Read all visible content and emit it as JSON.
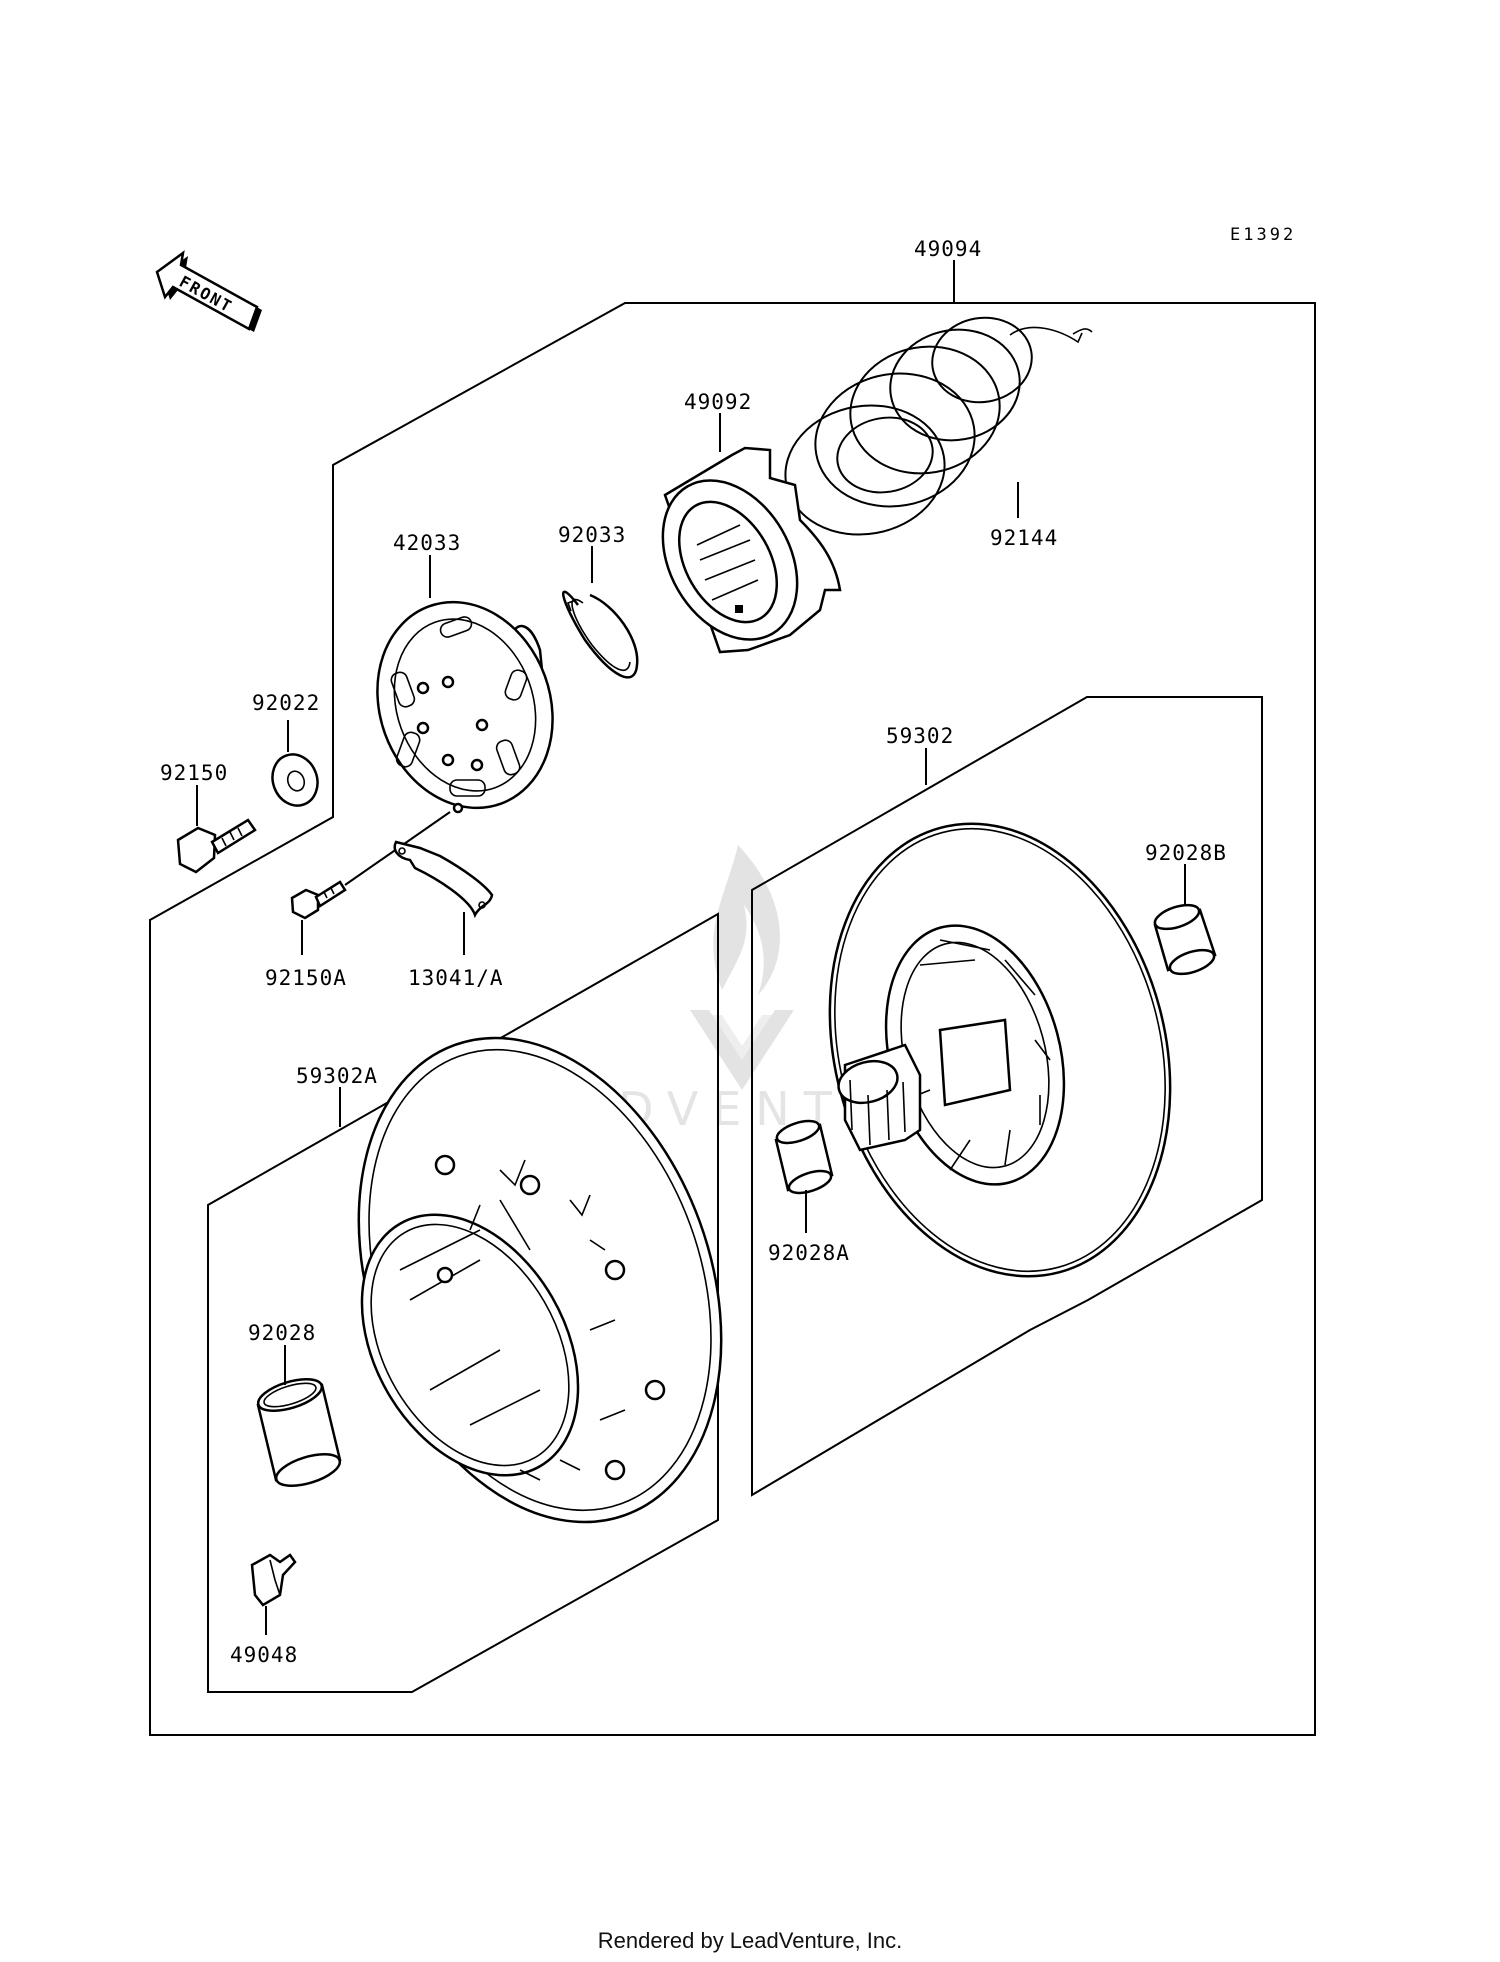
{
  "diagram_code": "E1392",
  "front_label": "FRONT",
  "watermark": "LEADVENTURE",
  "footer": "Rendered by LeadVenture, Inc.",
  "labels": {
    "assembly": "49094",
    "cam": "49092",
    "spring": "92144",
    "snap_ring": "92033",
    "ramp_plate": "42033",
    "washer": "92022",
    "bolt": "92150",
    "bolt_a": "92150A",
    "plate_bracket": "13041/A",
    "fixed_sheave": "59302",
    "bushing_b": "92028B",
    "bushing_a": "92028A",
    "movable_sheave": "59302A",
    "bushing": "92028",
    "slider": "49048"
  }
}
